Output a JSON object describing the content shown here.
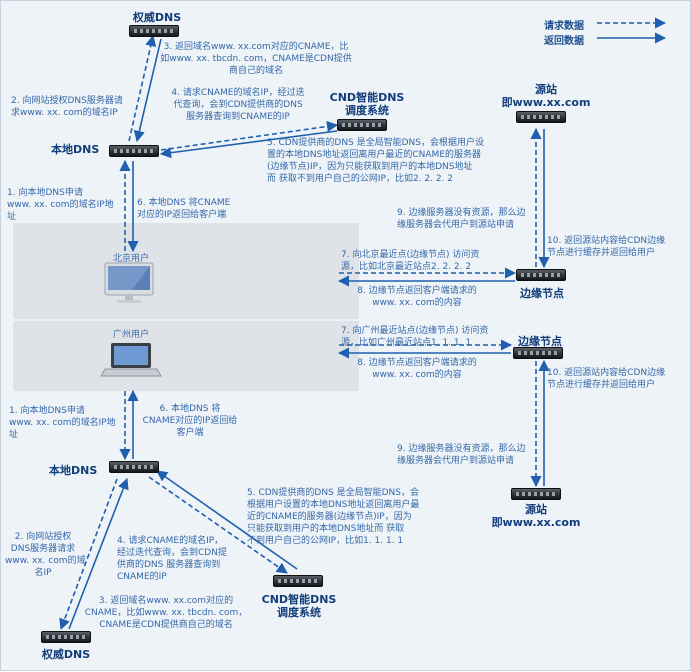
{
  "legend": {
    "request": "请求数据",
    "response": "返回数据"
  },
  "nodes": {
    "top_auth_dns": "权威DNS",
    "top_local_dns": "本地DNS",
    "top_gslb_line1": "CND智能DNS",
    "top_gslb_line2": "调度系统",
    "top_origin_line1": "源站",
    "top_origin_line2": "即www.xx.com",
    "edge_top": "边缘节点",
    "edge_bottom": "边缘节点",
    "bottom_local_dns": "本地DNS",
    "bottom_gslb_line1": "CND智能DNS",
    "bottom_gslb_line2": "调度系统",
    "bottom_auth_dns": "权威DNS",
    "bottom_origin_line1": "源站",
    "bottom_origin_line2": "即www.xx.com"
  },
  "users": {
    "beijing": "北京用户",
    "guangzhou": "广州用户"
  },
  "steps_top": {
    "s1": [
      "1. 向本地DNS申请",
      "www. xx. com的域名IP地",
      "址"
    ],
    "s2": [
      "2. 向网站授权DNS服务器请",
      "求www. xx. com的域名IP"
    ],
    "s3": [
      "3. 返回域名www. xx.com对应的CNAME，比",
      "如www. xx. tbcdn. com，CNAME是CDN提供",
      "商自己的域名"
    ],
    "s4": [
      "4. 请求CNAME的域名IP，经过迭",
      "代查询，会到CDN提供商的DNS",
      "服务器查询到CNAME的IP"
    ],
    "s5": [
      "5. CDN提供商的DNS 是全局智能DNS，会根据用户设",
      "置的本地DNS地址返回离用户最近的CNAME的服务器",
      "(边缘节点)IP，因为只能获取到用户的本地DNS地址",
      "而     获取不到用户自己的公网IP，比如2. 2. 2. 2"
    ],
    "s6": [
      "6. 本地DNS 将CNAME",
      "对应的IP返回给客户端"
    ],
    "s7": [
      "7. 向北京最近点(边缘节点) 访问资",
      "源，比如北京最近站点2. 2. 2. 2"
    ],
    "s8": [
      "8. 边缘节点返回客户端请求的",
      "www. xx. com的内容"
    ],
    "s9": [
      "9. 边缘服务器没有资源，那么边",
      "缘服务器会代用户到源站申请"
    ],
    "s10": [
      "10. 返回源站内容给CDN边缘",
      "节点进行缓存并返回给用户"
    ]
  },
  "steps_bottom": {
    "s1": [
      "1. 向本地DNS申请",
      "www. xx. com的域名IP地",
      "址"
    ],
    "s2": [
      "2. 向网站授权",
      "DNS服务器请求",
      "www. xx. com的域",
      "名IP"
    ],
    "s3": [
      "3. 返回域名www. xx.com对应的",
      "CNAME，比如www. xx. tbcdn. com，",
      "CNAME是CDN提供商自己的域名"
    ],
    "s4": [
      "4. 请求CNAME的域名IP，",
      "经过迭代查询，会到CDN提",
      "供商的DNS 服务器查询到",
      "CNAME的IP"
    ],
    "s5": [
      "5. CDN提供商的DNS 是全局智能DNS，会",
      "根据用户设置的本地DNS地址返回离用户最",
      "近的CNAME的服务器(边缘节点)IP，因为",
      "只能获取到用户的本地DNS地址而     获取",
      "不到用户自己的公网IP，比如1. 1. 1. 1"
    ],
    "s6": [
      "6. 本地DNS 将",
      "CNAME对应的IP返回给",
      "客户端"
    ],
    "s7": [
      "7. 向广州最近站点(边缘节点) 访问资",
      "源，比如广州最近站点1. 1. 1. 1"
    ],
    "s8": [
      "8. 边缘节点返回客户端请求的",
      "www. xx. com的内容"
    ],
    "s9": [
      "9. 边缘服务器没有资源，那么边",
      "缘服务器会代用户到源站申请"
    ],
    "s10": [
      "10. 返回源站内容给CDN边缘",
      "节点进行缓存并返回给用户"
    ]
  }
}
